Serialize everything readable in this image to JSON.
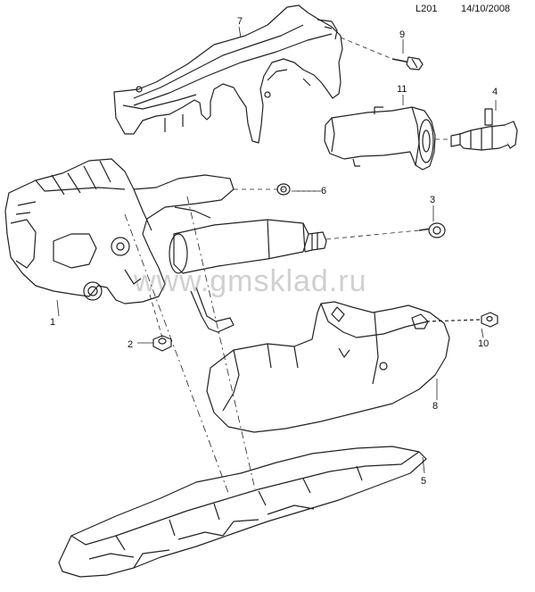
{
  "header": {
    "diagram_code": "L201",
    "date": "14/10/2008"
  },
  "watermark": "www.gmsklad.ru",
  "callouts": [
    "1",
    "2",
    "3",
    "4",
    "5",
    "6",
    "7",
    "8",
    "9",
    "10",
    "11"
  ]
}
